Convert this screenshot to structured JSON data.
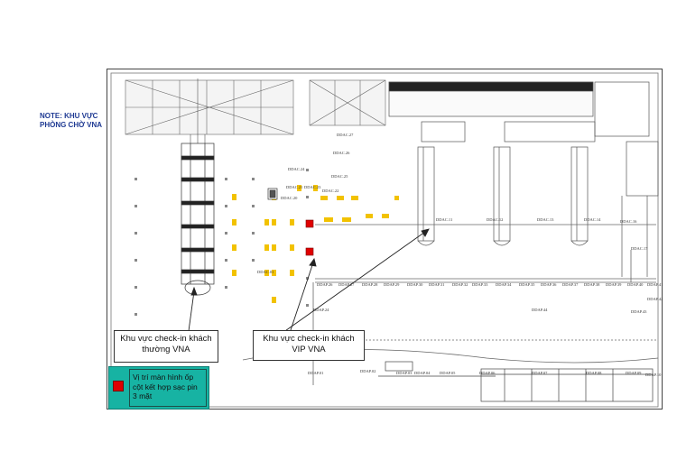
{
  "note": "NOTE: KHU VỰC PHÒNG CHỜ VNA",
  "callouts": {
    "regular": "Khu vực check-in khách thường VNA",
    "vip": "Khu vực check-in khách VIP VNA"
  },
  "legend": {
    "text": "Vị trí màn hình ốp cột kết hợp sạc pin 3 mặt",
    "marker_color": "#e00000"
  },
  "plan_labels": [
    "DDAC.27",
    "DDAC.26",
    "DDAC.25",
    "DDAC.24",
    "DDAC.23",
    "DDAC.22",
    "DDAC.21",
    "DDAC.20",
    "DDAC.01",
    "DDAC.11",
    "DDAC.12",
    "DDAC.13",
    "DDAC.14",
    "DDAC.15",
    "DDAC.16",
    "DDAC.17",
    "DDAP.26",
    "DDAP.27",
    "DDAP.28",
    "DDAP.29",
    "DDAP.30",
    "DDAP.31",
    "DDAP.32",
    "DDAP.33",
    "DDAP.34",
    "DDAP.35",
    "DDAP.36",
    "DDAP.37",
    "DDAP.38",
    "DDAP.39",
    "DDAP.40",
    "DDAP.41",
    "DDAP.42",
    "DDAP.43",
    "DDAP.44",
    "DDAP.24",
    "DDAP.01",
    "DDAP.02",
    "DDAP.03",
    "DDAP.04",
    "DDAP.05",
    "DDAP.06",
    "DDAP.07",
    "DDAP.08",
    "DDAP.09",
    "DDAP.10"
  ]
}
